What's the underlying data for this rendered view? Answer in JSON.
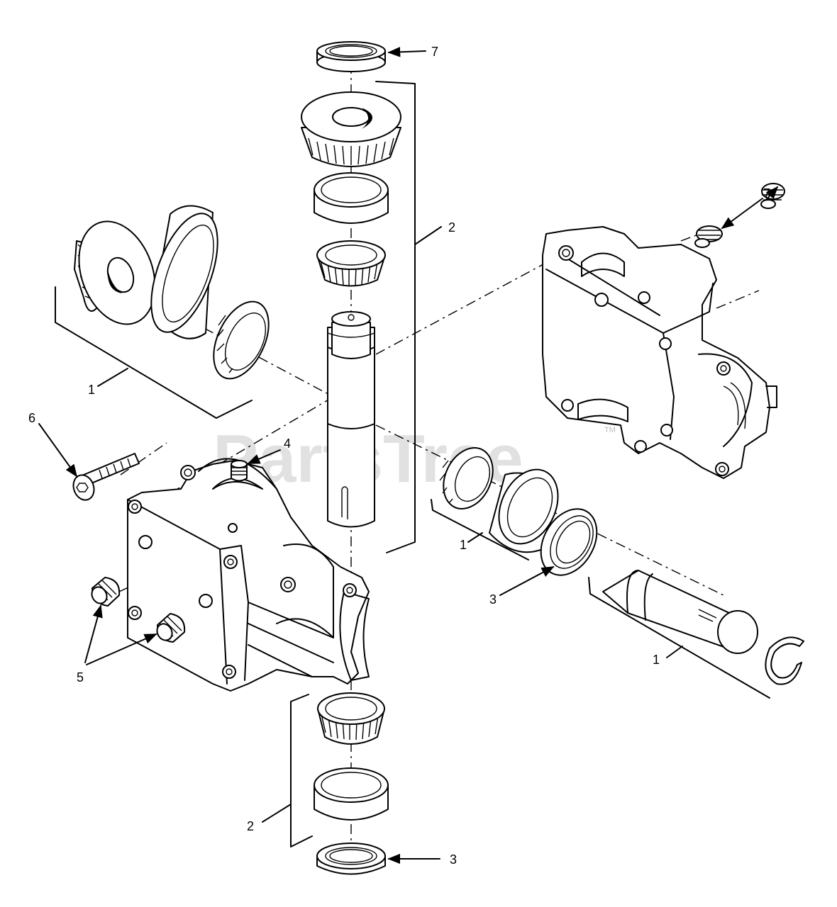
{
  "watermark": {
    "text": "PartsTree",
    "trademark": "TM"
  },
  "callouts": [
    {
      "id": "c7-top",
      "text": "7"
    },
    {
      "id": "c2-upper",
      "text": "2"
    },
    {
      "id": "c7-right",
      "text": "7"
    },
    {
      "id": "c1-left",
      "text": "1"
    },
    {
      "id": "c6",
      "text": "6"
    },
    {
      "id": "c4",
      "text": "4"
    },
    {
      "id": "c1-mid",
      "text": "1"
    },
    {
      "id": "c3-mid",
      "text": "3"
    },
    {
      "id": "c5",
      "text": "5"
    },
    {
      "id": "c1-right",
      "text": "1"
    },
    {
      "id": "c2-lower",
      "text": "2"
    },
    {
      "id": "c3-bottom",
      "text": "3"
    }
  ]
}
